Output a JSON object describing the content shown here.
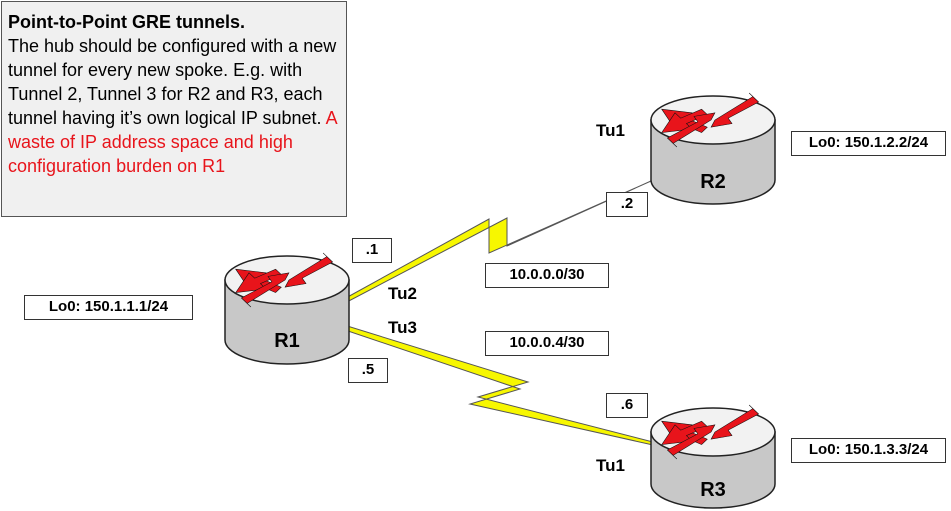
{
  "note": {
    "title": "Point-to-Point GRE tunnels.",
    "body": "The hub should be configured with a new tunnel for every new spoke. E.g. with Tunnel 2, Tunnel 3 for R2 and R3, each tunnel having it’s own logical IP subnet. ",
    "highlight": "A waste of IP address space and high configuration burden on R1",
    "highlight_color": "#e8141b"
  },
  "routers": {
    "r1": {
      "name": "R1",
      "loopback": "Lo0: 150.1.1.1/24"
    },
    "r2": {
      "name": "R2",
      "loopback": "Lo0: 150.1.2.2/24"
    },
    "r3": {
      "name": "R3",
      "loopback": "Lo0: 150.1.3.3/24"
    }
  },
  "links": {
    "r1_r2": {
      "subnet": "10.0.0.0/30",
      "r1_host": ".1",
      "r2_host": ".2",
      "r1_tunnel": "Tu2",
      "r2_tunnel": "Tu1"
    },
    "r1_r3": {
      "subnet": "10.0.0.4/30",
      "r1_host": ".5",
      "r3_host": ".6",
      "r1_tunnel": "Tu3",
      "r3_tunnel": "Tu1"
    }
  },
  "colors": {
    "router_body": "#c8c8c8",
    "router_top": "#f2f2f2",
    "router_arrow": "#e8141b",
    "link_fill": "#f7f700"
  },
  "icons": {
    "router": "router-icon",
    "serial_link": "lightning-link-icon"
  }
}
